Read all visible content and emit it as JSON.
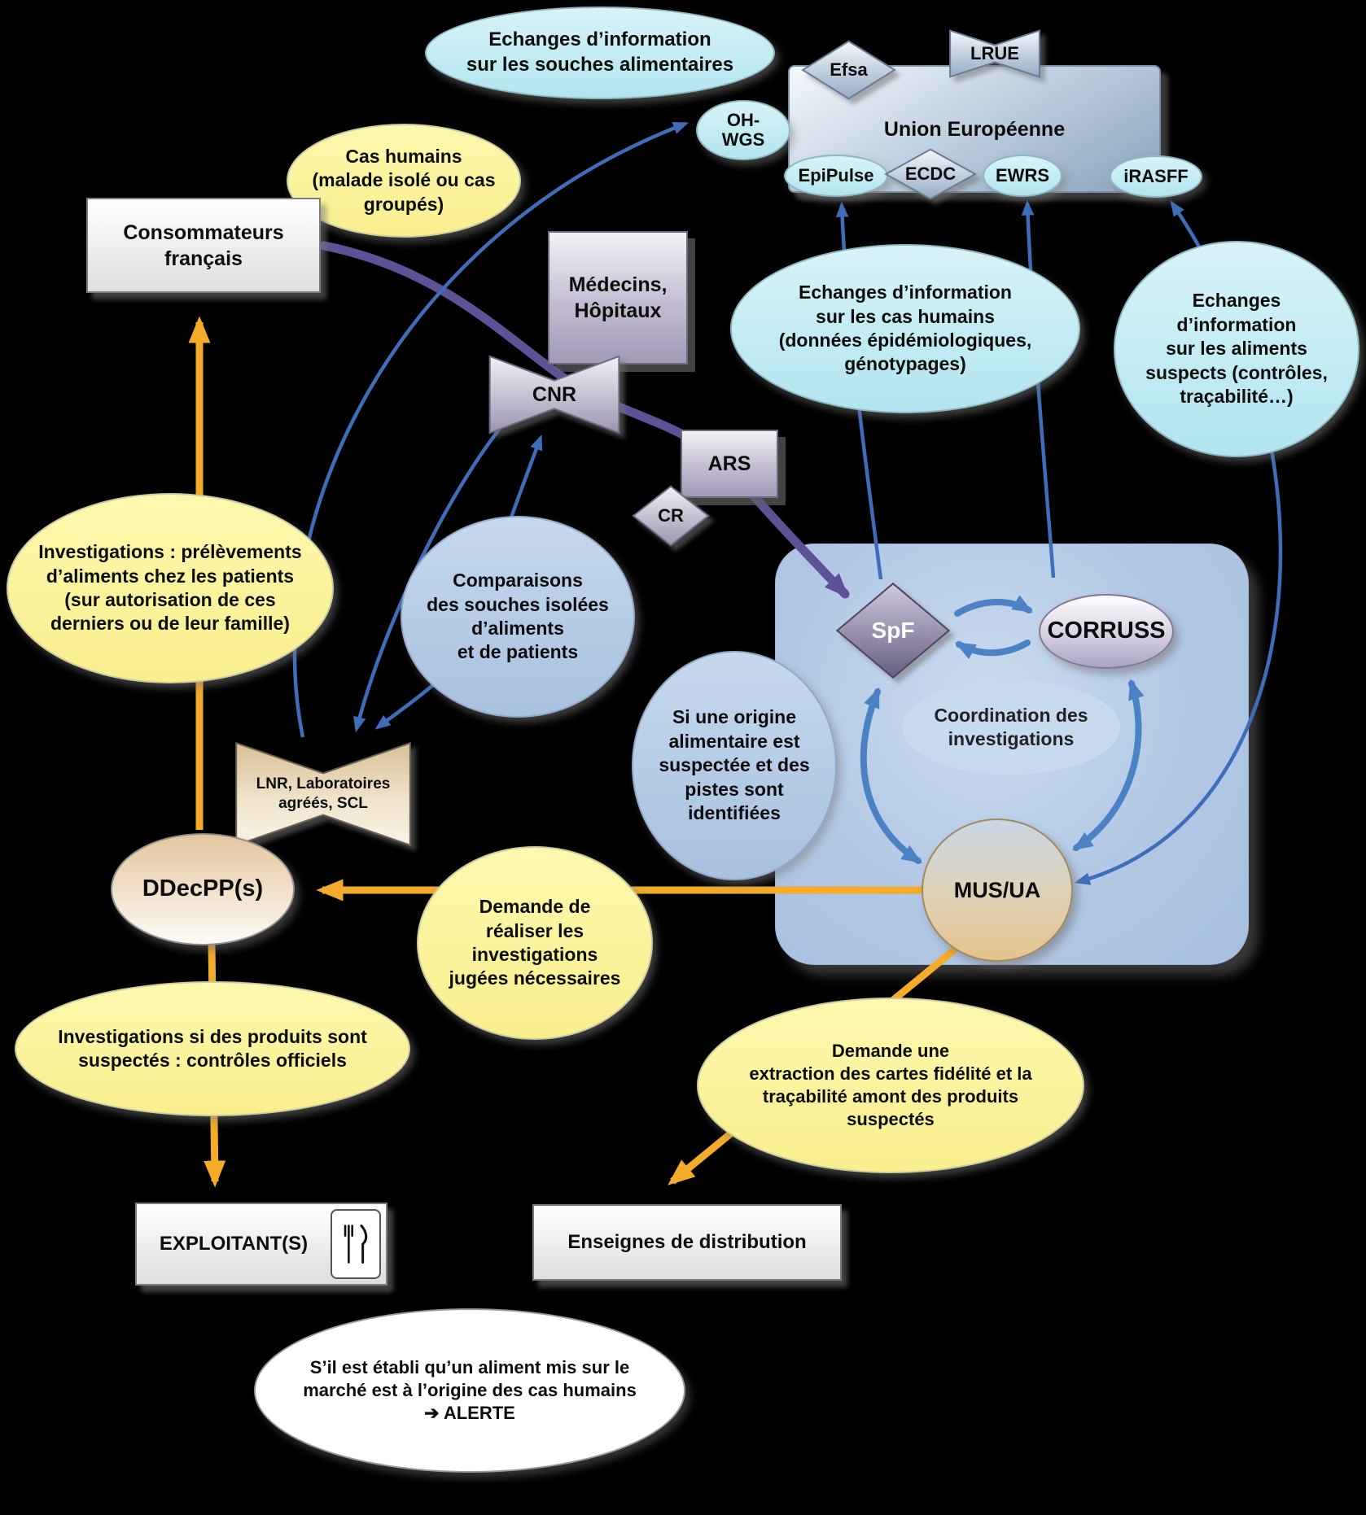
{
  "diagram": {
    "colors": {
      "background": "#000000",
      "yellow_arrow": "#f2ac29",
      "purple_arrow": "#5d5296",
      "blue_arrow": "#3f6db8",
      "cycle_arrow": "#4a82c4",
      "cyan_fill": "#b2e5ee",
      "yellow_fill": "#f8ef8e",
      "blue_fill": "#a8c1df"
    },
    "nodes": {
      "info_souches": {
        "label": "Echanges d’information\nsur les souches alimentaires"
      },
      "union_europeenne": {
        "label": "Union Européenne"
      },
      "efsa": {
        "label": "Efsa"
      },
      "lrue": {
        "label": "LRUE"
      },
      "oh_wgs": {
        "label": "OH-\nWGS"
      },
      "epipulse": {
        "label": "EpiPulse"
      },
      "ecdc": {
        "label": "ECDC"
      },
      "ewrs": {
        "label": "EWRS"
      },
      "irasff": {
        "label": "iRASFF"
      },
      "cas_humains": {
        "label": "Cas humains\n(malade isolé ou cas\ngroupés)"
      },
      "consommateurs": {
        "label": "Consommateurs\nfrançais"
      },
      "medecins": {
        "label": "Médecins,\nHôpitaux"
      },
      "cnr": {
        "label": "CNR"
      },
      "ars": {
        "label": "ARS"
      },
      "cr": {
        "label": "CR"
      },
      "info_cas_humains": {
        "label": "Echanges d’information\nsur les cas humains\n(données épidémiologiques,\ngénotypages)"
      },
      "info_aliments": {
        "label": "Echanges\nd’information\nsur les aliments\nsuspects (contrôles,\ntraçabilité…)"
      },
      "investigations_prelevements": {
        "label": "Investigations : prélèvements\nd’aliments chez les patients\n(sur autorisation de ces\nderniers ou de leur famille)"
      },
      "comparaisons": {
        "label": "Comparaisons\ndes souches isolées\nd’aliments\net de patients"
      },
      "spf": {
        "label": "SpF"
      },
      "corruss": {
        "label": "CORRUSS"
      },
      "coordination": {
        "label": "Coordination des\ninvestigations"
      },
      "si_origine": {
        "label": "Si une origine\nalimentaire est\nsuspectée et des\npistes sont\nidentifiées"
      },
      "mus_ua": {
        "label": "MUS/UA"
      },
      "lnr": {
        "label": "LNR, Laboratoires\nagréés, SCL"
      },
      "ddecpp": {
        "label": "DDecPP(s)"
      },
      "demande_investigations": {
        "label": "Demande de\nréaliser les\ninvestigations\njugées nécessaires"
      },
      "investigations_produits": {
        "label": "Investigations si des produits sont\nsuspectés : contrôles officiels"
      },
      "demande_extraction": {
        "label": "Demande une\nextraction des cartes fidélité et la\ntraçabilité amont des produits\nsuspectés"
      },
      "exploitants": {
        "label": "EXPLOITANT(S)"
      },
      "enseignes": {
        "label": "Enseignes de distribution"
      },
      "alerte": {
        "label": "S’il est établi qu’un aliment mis sur le\nmarché est à l’origine des cas humains\n➔  ALERTE"
      }
    }
  }
}
